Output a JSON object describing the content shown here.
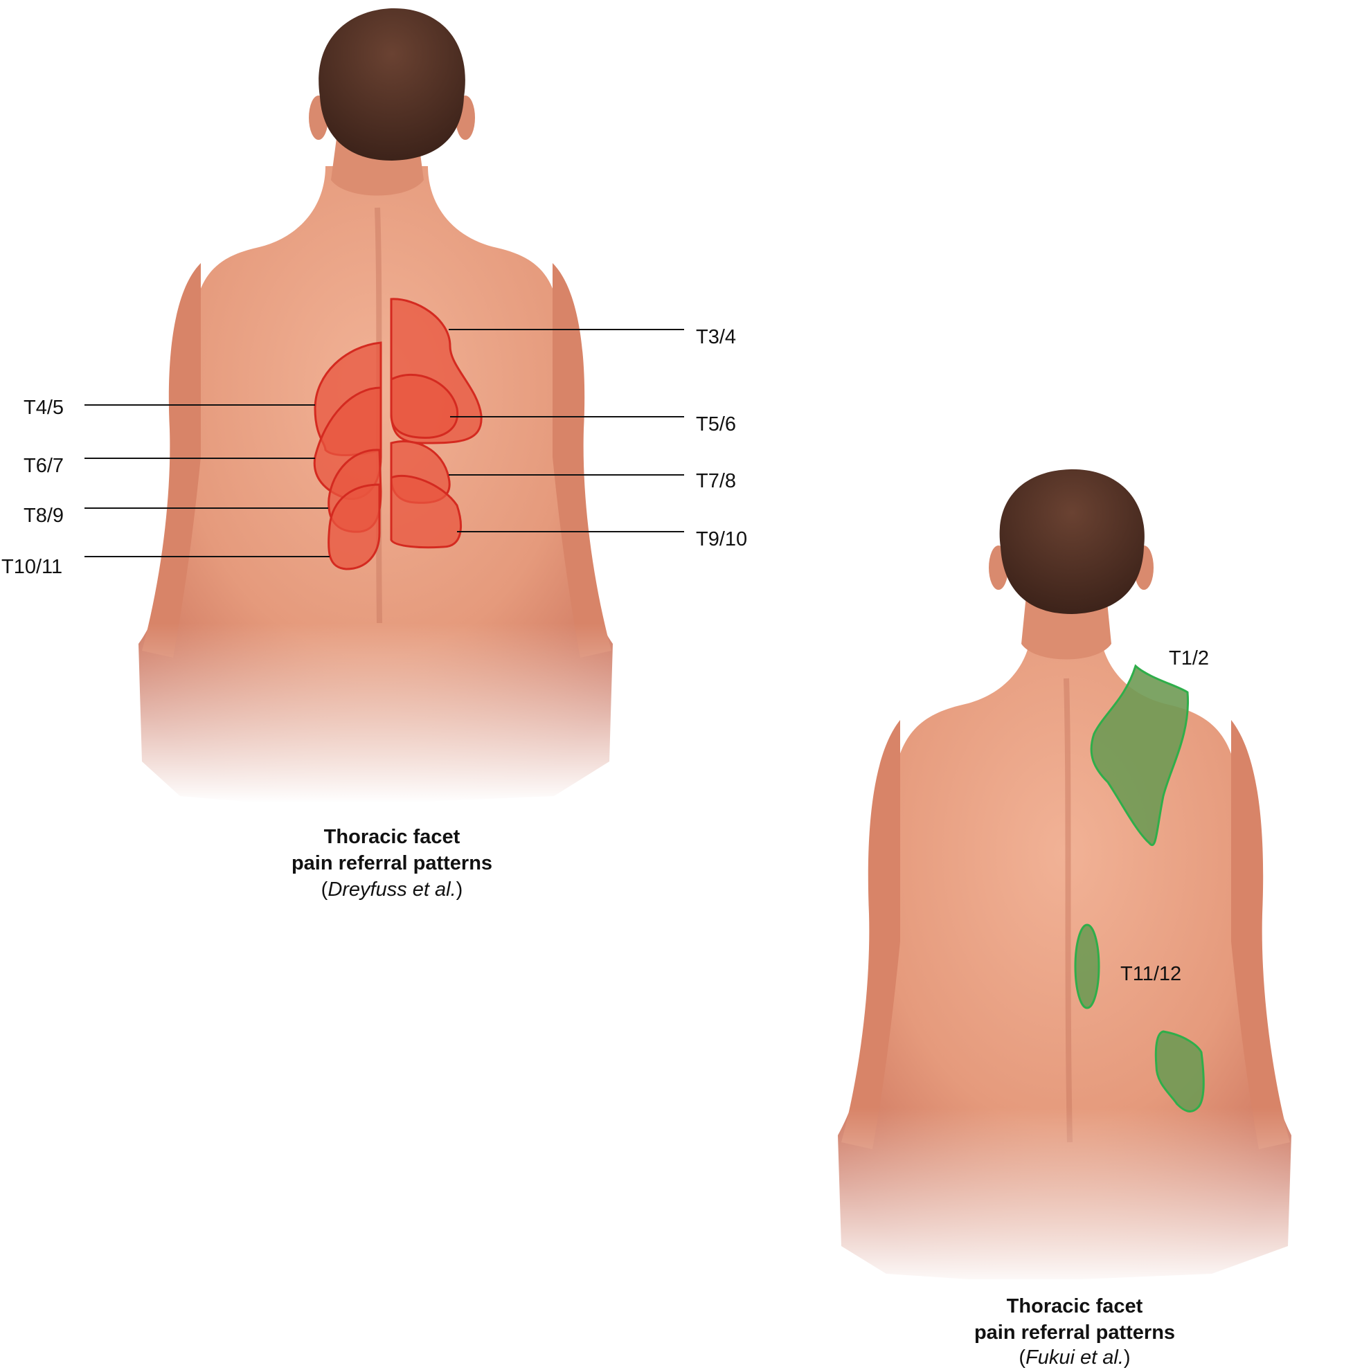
{
  "left_panel": {
    "labels": {
      "t3_4": "T3/4",
      "t4_5": "T4/5",
      "t5_6": "T5/6",
      "t6_7": "T6/7",
      "t7_8": "T7/8",
      "t8_9": "T8/9",
      "t9_10": "T9/10",
      "t10_11": "T10/11"
    },
    "caption": {
      "line1": "Thoracic facet",
      "line2": "pain referral patterns",
      "open_paren": "(",
      "author": "Dreyfuss et al.",
      "close_paren": ")"
    }
  },
  "right_panel": {
    "labels": {
      "t1_2": "T1/2",
      "t11_12": "T11/12"
    },
    "caption": {
      "line1": "Thoracic facet",
      "line2": "pain referral patterns",
      "open_paren": "(",
      "author": "Fukui et al.",
      "close_paren": ")"
    }
  },
  "colors": {
    "skin": "#e59a7c",
    "skin_shadow": "#c9705a",
    "hair": "#4a2c22",
    "red_zone": "#e8553f",
    "red_outline": "#d42a20",
    "green_zone": "#6f9a54",
    "green_outline": "#2fae4a",
    "leader_line": "#111111"
  }
}
